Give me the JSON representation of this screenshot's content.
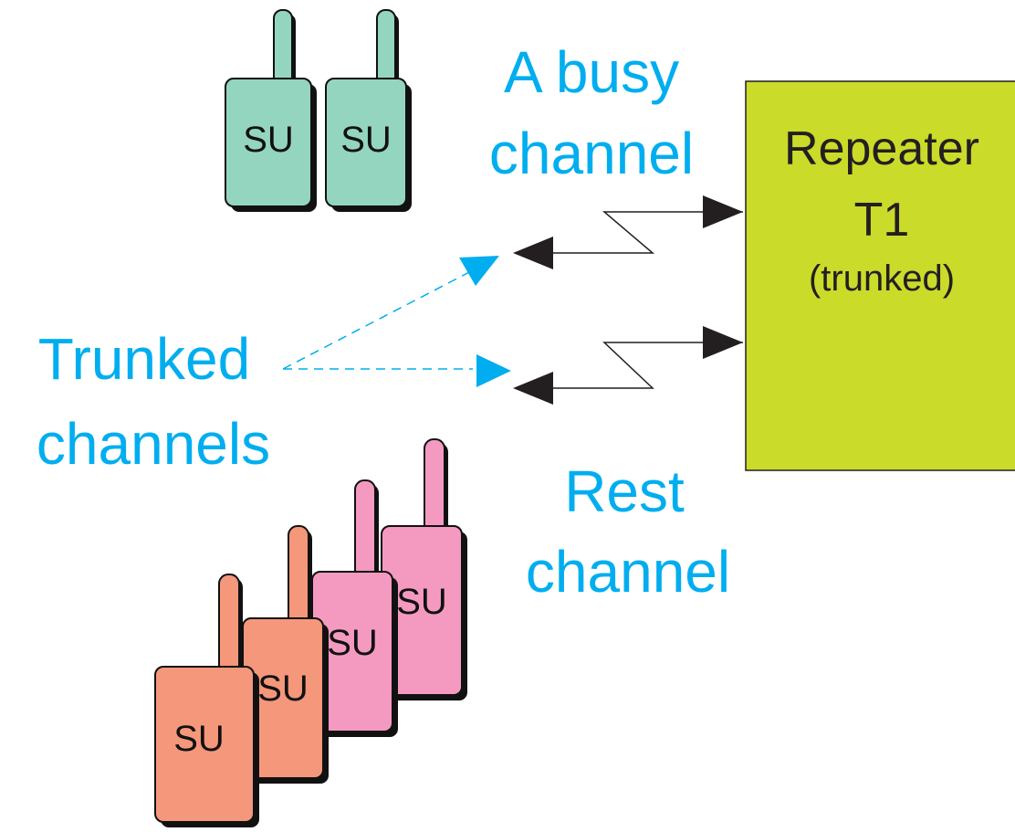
{
  "repeater": {
    "line1": "Repeater",
    "line2": "T1",
    "line3": "(trunked)",
    "color": "#cadb2a"
  },
  "labels": {
    "busy_line1": "A busy",
    "busy_line2": "channel",
    "trunked_line1": "Trunked",
    "trunked_line2": "channels",
    "rest_line1": "Rest",
    "rest_line2": "channel"
  },
  "radios": {
    "label": "SU",
    "green_color": "#94d5c0",
    "pink_color": "#f49ac1",
    "orange_color": "#f5977a"
  },
  "colors": {
    "label_blue": "#00aeef",
    "arrow": "#231f20"
  }
}
